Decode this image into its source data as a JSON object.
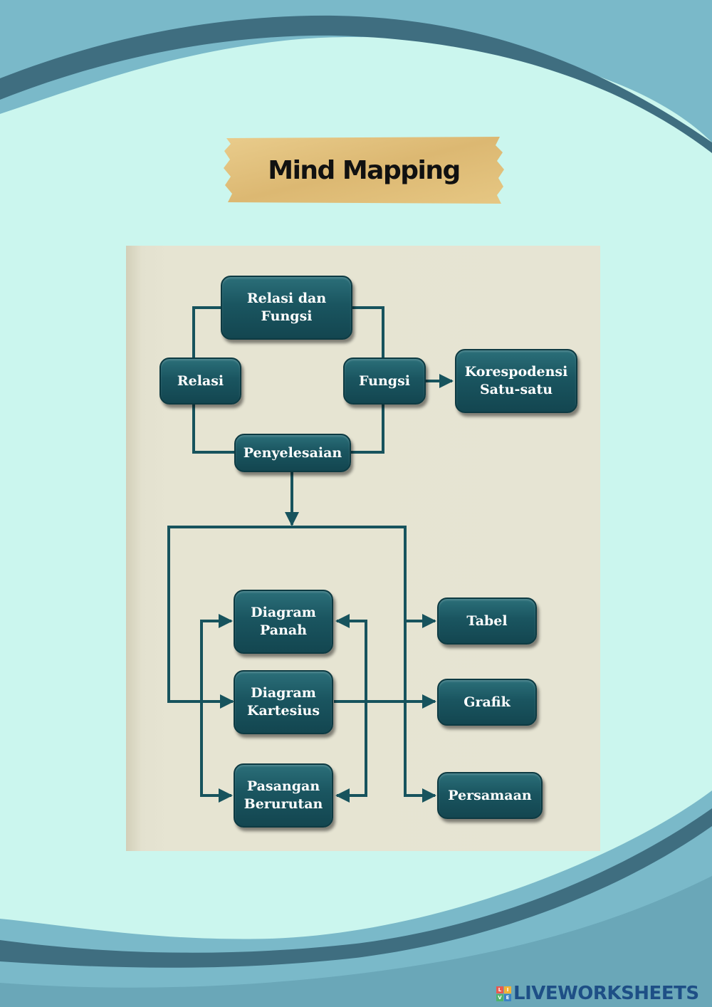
{
  "title": "Mind Mapping",
  "colors": {
    "page_background": "#cbf6ee",
    "wave_light": "#7ab9c9",
    "wave_dark": "#3f6e80",
    "banner_gold": "#e2c17e",
    "panel_background": "#e6e4d2",
    "node_teal": "#1a5560",
    "connector": "#17535d",
    "brand_blue": "#1e4f86"
  },
  "diagram": {
    "nodes": {
      "relasi_dan_fungsi": "Relasi dan\nFungsi",
      "relasi": "Relasi",
      "fungsi": "Fungsi",
      "korespondensi": "Korespodensi\nSatu-satu",
      "penyelesaian": "Penyelesaian",
      "diagram_panah": "Diagram\nPanah",
      "diagram_kartesius": "Diagram\nKartesius",
      "pasangan_berurutan": "Pasangan\nBerurutan",
      "tabel": "Tabel",
      "grafik": "Grafik",
      "persamaan": "Persamaan"
    },
    "edges": [
      {
        "from": "Relasi dan Fungsi",
        "to": "Relasi"
      },
      {
        "from": "Relasi dan Fungsi",
        "to": "Fungsi"
      },
      {
        "from": "Relasi",
        "to": "Penyelesaian"
      },
      {
        "from": "Fungsi",
        "to": "Penyelesaian"
      },
      {
        "from": "Fungsi",
        "to": "Korespodensi Satu-satu",
        "arrow": true
      },
      {
        "from": "Penyelesaian",
        "to": "Diagram Kartesius",
        "arrow": true
      },
      {
        "from": "Penyelesaian",
        "to": "Tabel",
        "arrow": true
      },
      {
        "from": "Penyelesaian",
        "to": "Persamaan",
        "arrow": true
      },
      {
        "from": "Diagram Kartesius",
        "to": "Diagram Panah",
        "arrow": true
      },
      {
        "from": "Diagram Kartesius",
        "to": "Pasangan Berurutan",
        "arrow": true
      },
      {
        "from": "Diagram Kartesius",
        "to": "Grafik",
        "arrow": true
      }
    ]
  },
  "brand": {
    "name": "LIVEWORKSHEETS",
    "logo_letters": [
      "L",
      "I",
      "V",
      "E"
    ]
  }
}
